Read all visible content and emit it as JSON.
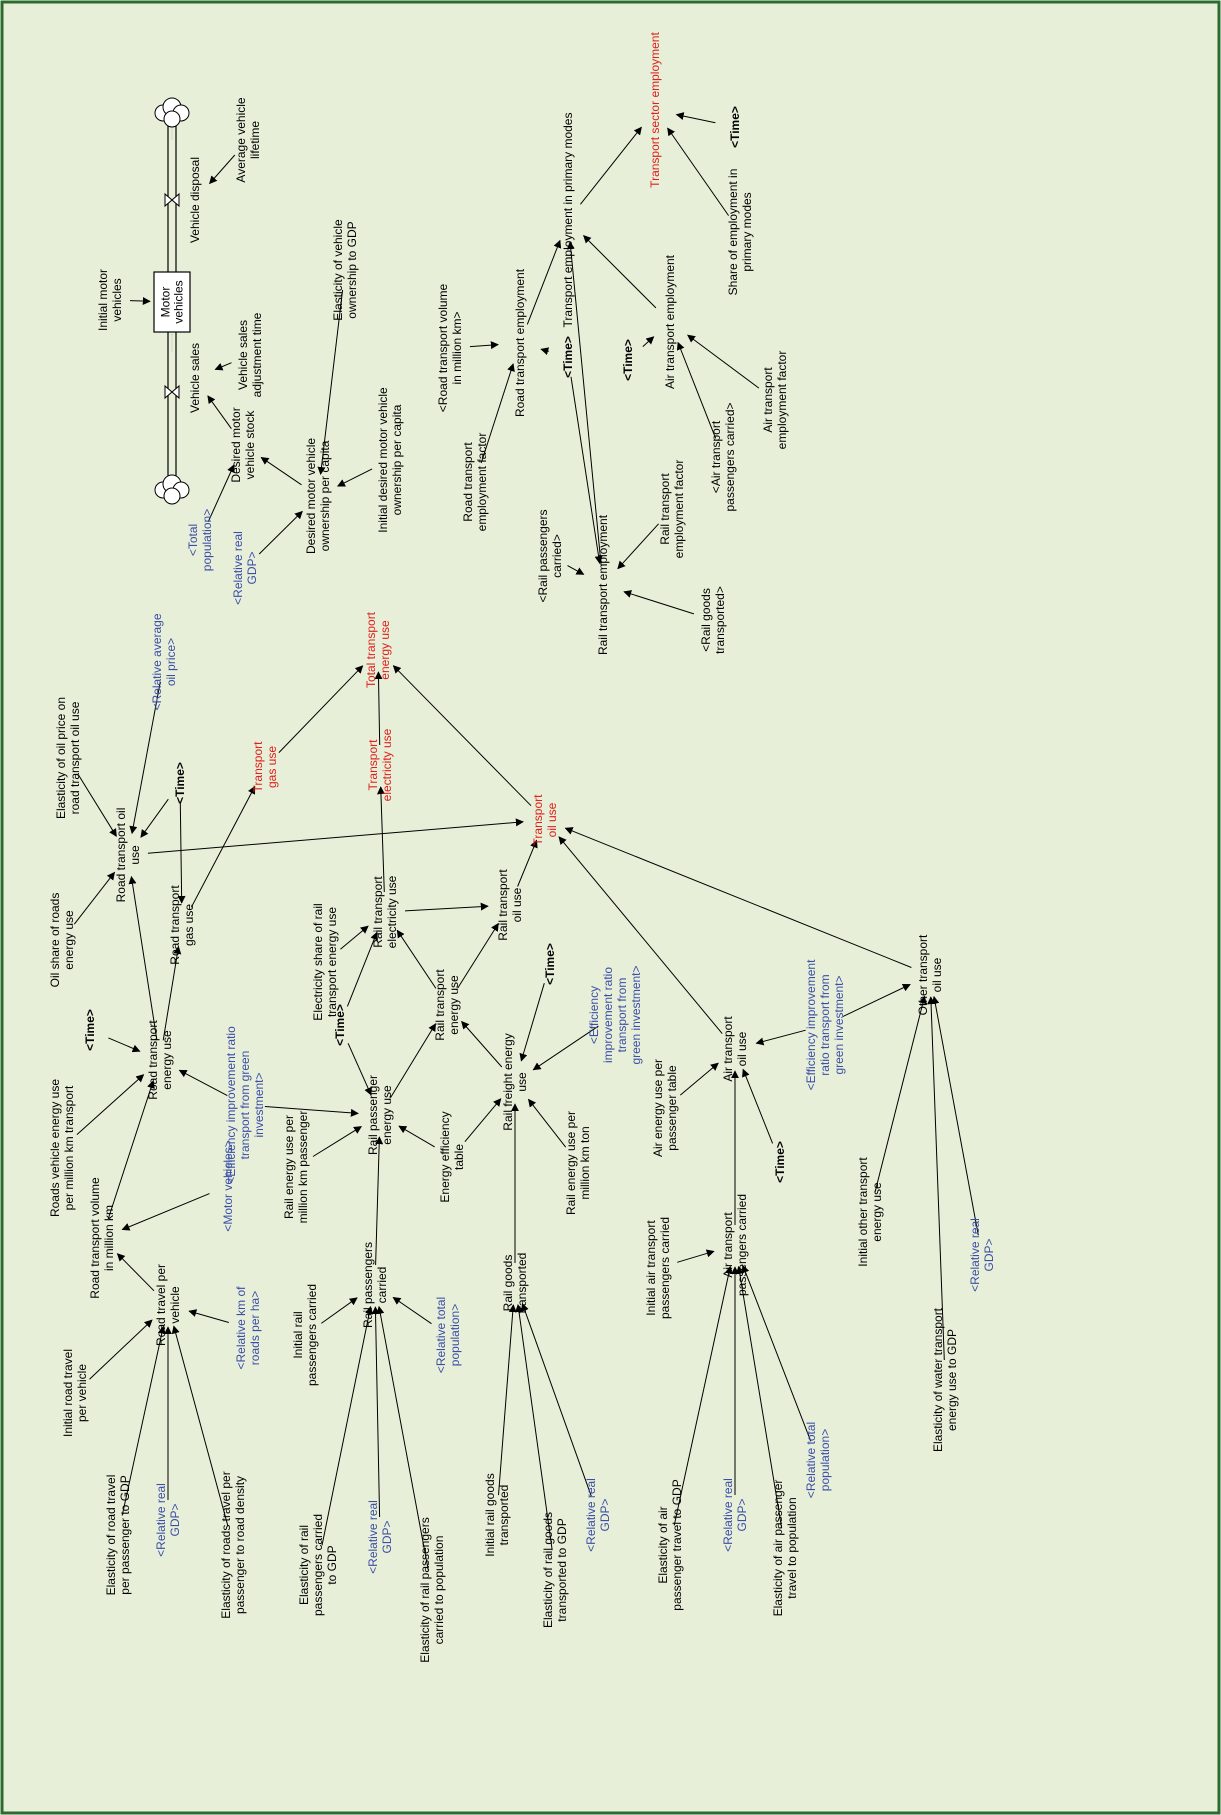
{
  "colors": {
    "background": "#e7efd9",
    "border": "#2d6a2d",
    "variable": "#000000",
    "shadow": "#3b4da6",
    "output": "#e0201b"
  },
  "stock": {
    "label": [
      "Motor",
      "vehicles"
    ]
  },
  "icons": [
    "cloud-icon",
    "valve-icon"
  ],
  "nodes": {
    "initial_motor_vehicles": [
      "Initial motor",
      "vehicles"
    ],
    "average_vehicle_lifetime": [
      "Average vehicle",
      "lifetime"
    ],
    "vehicle_disposal": [
      "Vehicle disposal"
    ],
    "vehicle_sales": [
      "Vehicle sales"
    ],
    "vehicle_sales_adjustment_time": [
      "Vehicle sales",
      "adjustment time"
    ],
    "elasticity_vehicle_ownership_gdp": [
      "Elasticity of vehicle",
      "ownership to GDP"
    ],
    "desired_motor_vehicle_stock": [
      "Desired motor",
      "vehicle stock"
    ],
    "desired_motor_vehicle_ownership": [
      "Desired motor vehicle",
      "ownership per capita"
    ],
    "initial_desired_ownership": [
      "Initial desired motor vehicle",
      "ownership per capita"
    ],
    "total_population_shadow": [
      "<Total",
      "population>"
    ],
    "relative_real_gdp_shadow_1": [
      "<Relative real",
      "GDP>"
    ],
    "transport_sector_employment": [
      "Transport sector employment"
    ],
    "time_shadow_1": [
      "<Time>"
    ],
    "transport_employment_primary": [
      "Transport employment in primary modes"
    ],
    "share_employment_primary": [
      "Share of employment in",
      "primary modes"
    ],
    "road_transport_volume_shadow": [
      "<Road transport volume",
      "in million km>"
    ],
    "road_transport_employment": [
      "Road transport employment"
    ],
    "time_shadow_2": [
      "<Time>"
    ],
    "air_transport_employment": [
      "Air transport employment"
    ],
    "time_shadow_3": [
      "<Time>"
    ],
    "road_transport_employment_factor": [
      "Road transport",
      "employment factor"
    ],
    "air_transport_employment_factor": [
      "Air transport",
      "employment factor"
    ],
    "air_passengers_shadow": [
      "<Air transport",
      "passengers carried>"
    ],
    "rail_passengers_shadow": [
      "<Rail passengers",
      "carried>"
    ],
    "rail_transport_employment": [
      "Rail transport employment"
    ],
    "rail_transport_employment_factor": [
      "Rail transport",
      "employment factor"
    ],
    "rail_goods_shadow": [
      "<Rail goods",
      "transported>"
    ],
    "elasticity_oil_price": [
      "Elasticity of oil price on",
      "road transport oil use"
    ],
    "relative_oil_price_shadow": [
      "<Relative average",
      "oil price>"
    ],
    "road_transport_oil_use": [
      "Road transport oil",
      "use"
    ],
    "time_shadow_4": [
      "<Time>"
    ],
    "transport_gas_use": [
      "Transport",
      "gas use"
    ],
    "total_transport_energy_use": [
      "Total transport",
      "energy use"
    ],
    "transport_electricity_use": [
      "Transport",
      "electricity use"
    ],
    "oil_share_roads": [
      "Oil share of roads",
      "energy use"
    ],
    "road_transport_gas_use": [
      "Road transport",
      "gas use"
    ],
    "transport_oil_use": [
      "Transport",
      "oil use"
    ],
    "electricity_share_rail": [
      "Electricity share of rail",
      "transport energy use"
    ],
    "rail_transport_electricity_use": [
      "Rail transport",
      "electricity use"
    ],
    "rail_transport_oil_use": [
      "Rail transport",
      "oil use"
    ],
    "time_shadow_5": [
      "<Time>"
    ],
    "rail_transport_energy_use": [
      "Rail transport",
      "energy use"
    ],
    "time_shadow_6": [
      "<Time>"
    ],
    "efficiency_ratio_shadow_1": [
      "<Efficiency",
      "improvement ratio",
      "transport from",
      "green investment>"
    ],
    "rail_freight_energy_use": [
      "Rail freight energy",
      "use"
    ],
    "road_transport_energy_use": [
      "Road transport",
      "energy use"
    ],
    "time_shadow_7": [
      "<Time>"
    ],
    "efficiency_ratio_shadow_2": [
      "<Efficiency improvement ratio",
      "transport from green",
      "investment>"
    ],
    "rail_passenger_energy_use": [
      "Rail passenger",
      "energy use"
    ],
    "roads_vehicle_energy_use": [
      "Roads vehicle energy use",
      "per million km transport"
    ],
    "road_transport_volume": [
      "Road transport volume",
      "in million km"
    ],
    "motor_vehicles_shadow": [
      "<Motor vehicles>"
    ],
    "rail_energy_use_per_passenger": [
      "Rail energy use per",
      "million km passenger"
    ],
    "energy_efficiency_table": [
      "Energy efficiency",
      "table"
    ],
    "rail_energy_use_per_ton": [
      "Rail energy use per",
      "million km ton"
    ],
    "air_energy_use_per_passenger": [
      "Air energy use per",
      "passenger table"
    ],
    "air_transport_oil_use": [
      "Air transport",
      "oil use"
    ],
    "efficiency_ratio_shadow_3": [
      "<Efficiency improvement",
      "ratio transport from",
      "green investment>"
    ],
    "other_transport_oil_use": [
      "Other transport",
      "oil use"
    ],
    "time_shadow_8": [
      "<Time>"
    ],
    "initial_other_transport_energy": [
      "Initial other transport",
      "energy use"
    ],
    "road_travel_per_vehicle": [
      "Road travel per",
      "vehicle"
    ],
    "relative_km_roads_shadow": [
      "<Relative km of",
      "roads per ha>"
    ],
    "initial_road_travel": [
      "Initial road travel",
      "per vehicle"
    ],
    "rail_passengers_carried": [
      "Rail passengers",
      "carried"
    ],
    "initial_rail_passengers": [
      "Initial rail",
      "passengers carried"
    ],
    "relative_total_population_shadow_1": [
      "<Relative total",
      "population>"
    ],
    "rail_goods_transported": [
      "Rail goods",
      "transported"
    ],
    "air_transport_passengers_carried": [
      "Air transport",
      "passengers carried"
    ],
    "initial_air_passengers": [
      "Initial air transport",
      "passengers carried"
    ],
    "relative_real_gdp_shadow_2": [
      "<Relative real",
      "GDP>"
    ],
    "elasticity_water_transport": [
      "Elasticity of water transport",
      "energy use to GDP"
    ],
    "elasticity_road_travel_gdp": [
      "Elasticity of road travel",
      "per passenger to GDP"
    ],
    "relative_real_gdp_shadow_3": [
      "<Relative real",
      "GDP>"
    ],
    "elasticity_roads_travel_density": [
      "Elasticity of roads travel per",
      "passenger to road density"
    ],
    "elasticity_rail_passengers_gdp": [
      "Elasticity of rail",
      "passengers carried",
      "to GDP"
    ],
    "relative_real_gdp_shadow_4": [
      "<Relative real",
      "GDP>"
    ],
    "elasticity_rail_passengers_population": [
      "Elasticity of rail passengers",
      "carried to population"
    ],
    "initial_rail_goods": [
      "Initial rail goods",
      "transported"
    ],
    "elasticity_rail_goods_gdp": [
      "Elasticity of rail goods",
      "transported to GDP"
    ],
    "relative_real_gdp_shadow_5": [
      "<Relative real",
      "GDP>"
    ],
    "elasticity_air_passenger_gdp": [
      "Elasticity of air",
      "passenger travel to GDP"
    ],
    "relative_real_gdp_shadow_6": [
      "<Relative real",
      "GDP>"
    ],
    "elasticity_air_passenger_population": [
      "Elasticity of air passenger",
      "travel to population"
    ],
    "relative_total_population_shadow_2": [
      "<Relative total",
      "population>"
    ]
  }
}
